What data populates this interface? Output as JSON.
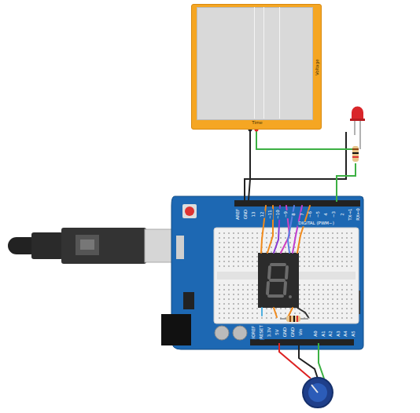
{
  "diagram": {
    "nodes": [
      {
        "text": [
          "Time",
          "Voltage"
        ]
      }
    ],
    "labels": [
      "AREF",
      "GND",
      "13",
      "12",
      "~11",
      "~10",
      "~9",
      "8",
      "7",
      "~6",
      "~5",
      "4",
      "~3",
      "2",
      "TX→1",
      "RX←0",
      "DIGITAL (PWM~)",
      "IOREF",
      "RESET",
      "3.3V",
      "5V",
      "GND",
      "GND",
      "Vin",
      "A0",
      "A1",
      "A2",
      "A3",
      "A4",
      "A5"
    ]
  }
}
